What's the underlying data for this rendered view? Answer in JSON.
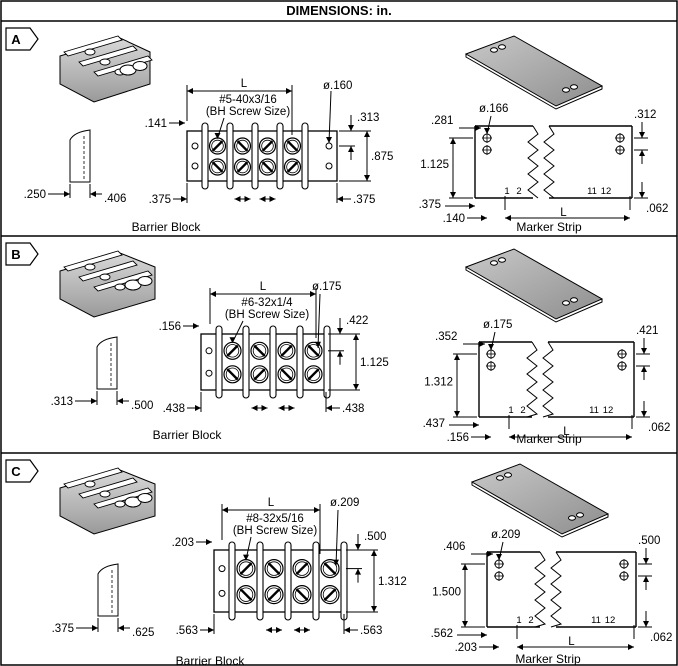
{
  "header": {
    "title": "DIMENSIONS:  in."
  },
  "captions": {
    "barrier_block": "Barrier Block",
    "marker_strip": "Marker Strip"
  },
  "panels": [
    {
      "tag": "A",
      "L": "L",
      "screw_line1": "#5-40x3/16",
      "screw_line2": "(BH Screw Size)",
      "hole_dia": "ø.160",
      "edge_to_hole": ".141",
      "hole_offset": ".313",
      "block_height": ".875",
      "left_end": ".375",
      "right_end": ".375",
      "barrier_thick": ".250",
      "barrier_depth": ".406",
      "strip_hole_dia": "ø.166",
      "strip_top": ".281",
      "strip_hole_right": ".312",
      "strip_height": "1.125",
      "strip_left": ".375",
      "strip_hole_edge": ".140",
      "strip_bottom": ".062",
      "pos1": "1",
      "pos2": "2",
      "pos11": "11",
      "pos12": "12"
    },
    {
      "tag": "B",
      "L": "L",
      "screw_line1": "#6-32x1/4",
      "screw_line2": "(BH Screw Size)",
      "hole_dia": "ø.175",
      "edge_to_hole": ".156",
      "hole_offset": ".422",
      "block_height": "1.125",
      "left_end": ".438",
      "right_end": ".438",
      "barrier_thick": ".313",
      "barrier_depth": ".500",
      "strip_hole_dia": "ø.175",
      "strip_top": ".352",
      "strip_hole_right": ".421",
      "strip_height": "1.312",
      "strip_left": ".437",
      "strip_hole_edge": ".156",
      "strip_bottom": ".062",
      "pos1": "1",
      "pos2": "2",
      "pos11": "11",
      "pos12": "12"
    },
    {
      "tag": "C",
      "L": "L",
      "screw_line1": "#8-32x5/16",
      "screw_line2": "(BH Screw Size)",
      "hole_dia": "ø.209",
      "edge_to_hole": ".203",
      "hole_offset": ".500",
      "block_height": "1.312",
      "left_end": ".563",
      "right_end": ".563",
      "barrier_thick": ".375",
      "barrier_depth": ".625",
      "strip_hole_dia": "ø.209",
      "strip_top": ".406",
      "strip_hole_right": ".500",
      "strip_height": "1.500",
      "strip_left": ".562",
      "strip_hole_edge": ".203",
      "strip_bottom": ".062",
      "pos1": "1",
      "pos2": "2",
      "pos11": "11",
      "pos12": "12"
    }
  ]
}
